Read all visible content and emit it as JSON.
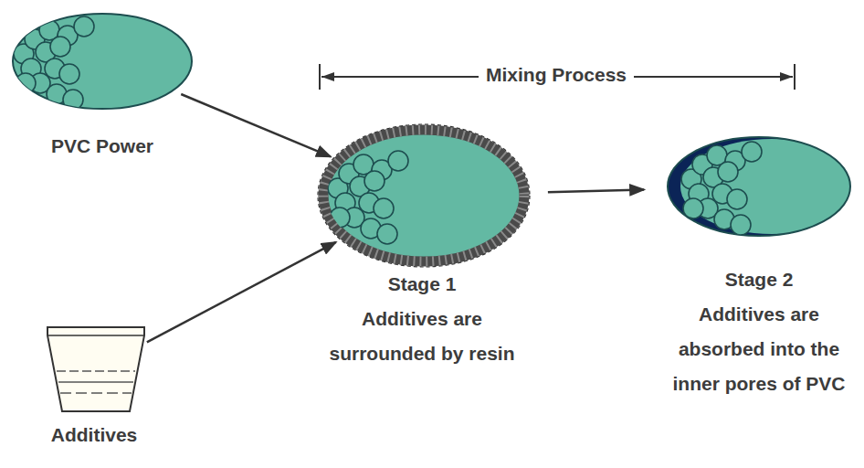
{
  "diagram": {
    "nodes": [
      {
        "text": [
          "PVC Power"
        ]
      },
      {
        "text": [
          "Additives"
        ]
      },
      {
        "text": [
          "Stage 1",
          "Additives are surrounded by resin"
        ]
      },
      {
        "text": [
          "Stage 2",
          "Additives are absorbed into the inner pores of PVC"
        ]
      }
    ],
    "edges": [
      {
        "from": 0,
        "to": 2,
        "arrow": "to"
      },
      {
        "from": 1,
        "to": 2,
        "arrow": "to"
      },
      {
        "from": 2,
        "to": 3,
        "arrow": "to"
      }
    ],
    "labels": [
      "Mixing Process"
    ]
  }
}
